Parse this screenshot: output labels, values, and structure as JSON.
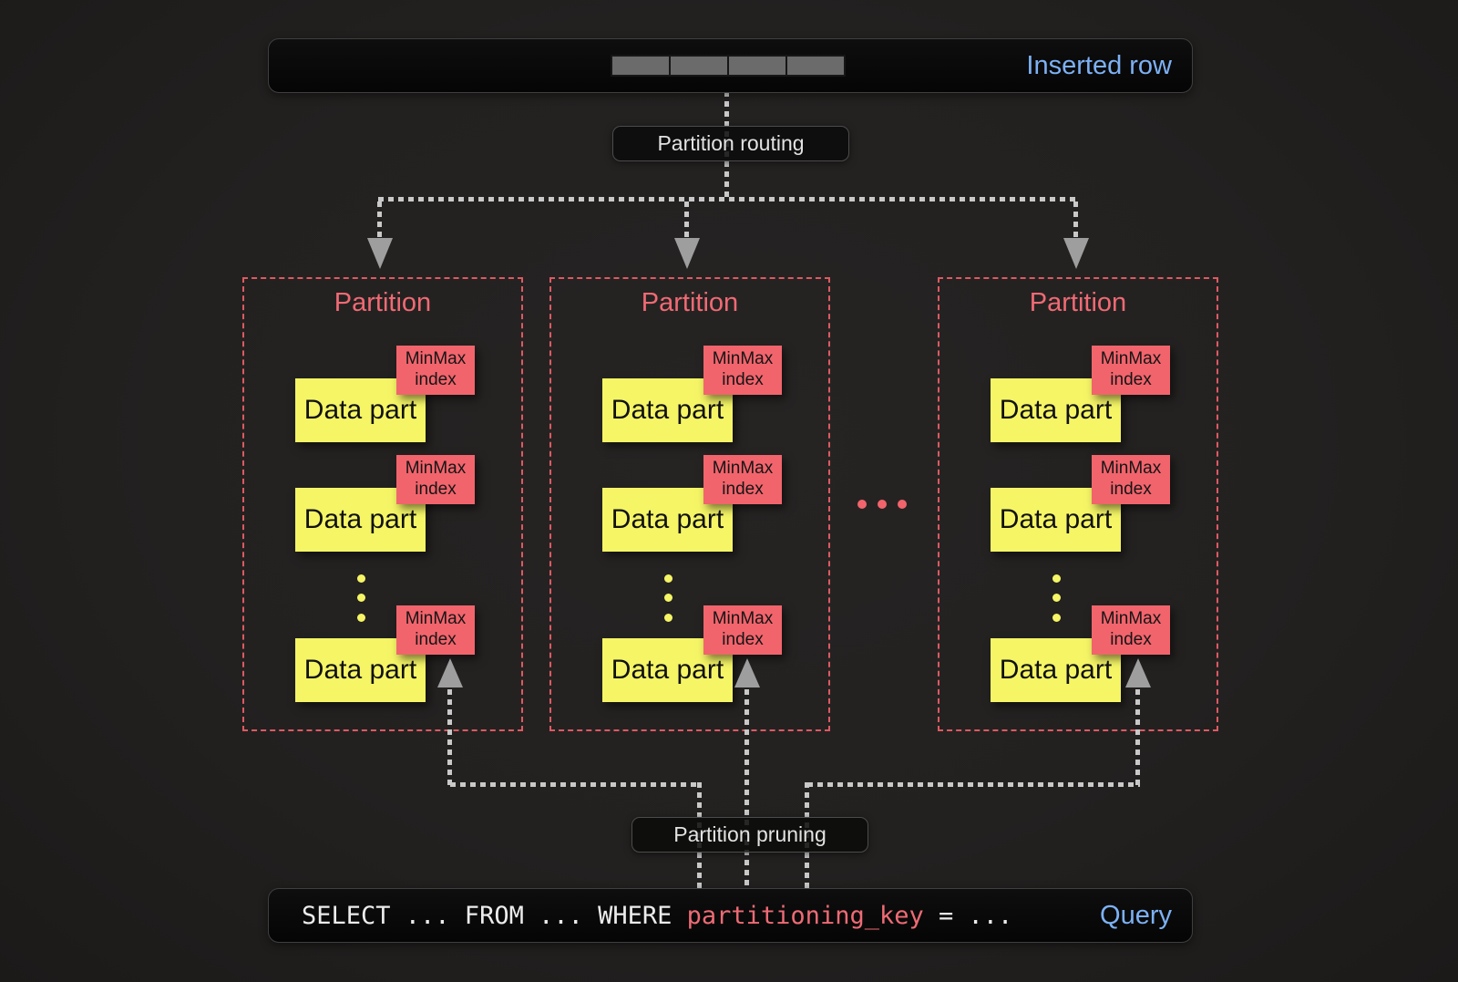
{
  "inserted_row": {
    "label": "Inserted row",
    "segment_count": 4
  },
  "routing_pill": {
    "label": "Partition routing"
  },
  "pruning_pill": {
    "label": "Partition pruning"
  },
  "partitions": [
    {
      "title": "Partition",
      "parts": [
        {
          "label": "Data part",
          "index_line1": "MinMax",
          "index_line2": "index"
        },
        {
          "label": "Data part",
          "index_line1": "MinMax",
          "index_line2": "index"
        },
        {
          "label": "Data part",
          "index_line1": "MinMax",
          "index_line2": "index"
        }
      ]
    },
    {
      "title": "Partition",
      "parts": [
        {
          "label": "Data part",
          "index_line1": "MinMax",
          "index_line2": "index"
        },
        {
          "label": "Data part",
          "index_line1": "MinMax",
          "index_line2": "index"
        },
        {
          "label": "Data part",
          "index_line1": "MinMax",
          "index_line2": "index"
        }
      ]
    },
    {
      "title": "Partition",
      "parts": [
        {
          "label": "Data part",
          "index_line1": "MinMax",
          "index_line2": "index"
        },
        {
          "label": "Data part",
          "index_line1": "MinMax",
          "index_line2": "index"
        },
        {
          "label": "Data part",
          "index_line1": "MinMax",
          "index_line2": "index"
        }
      ]
    }
  ],
  "query": {
    "sql_before": "SELECT ... FROM ... WHERE ",
    "sql_key": "partitioning_key",
    "sql_after": " = ...",
    "label": "Query"
  },
  "colors": {
    "background": "#232120",
    "bar_background": "#070707",
    "accent_blue": "#7db1f4",
    "accent_coral": "#f2646c",
    "accent_yellow": "#f5f566",
    "connector_gray": "#c9c9c9",
    "arrow_gray": "#9e9e9e"
  }
}
